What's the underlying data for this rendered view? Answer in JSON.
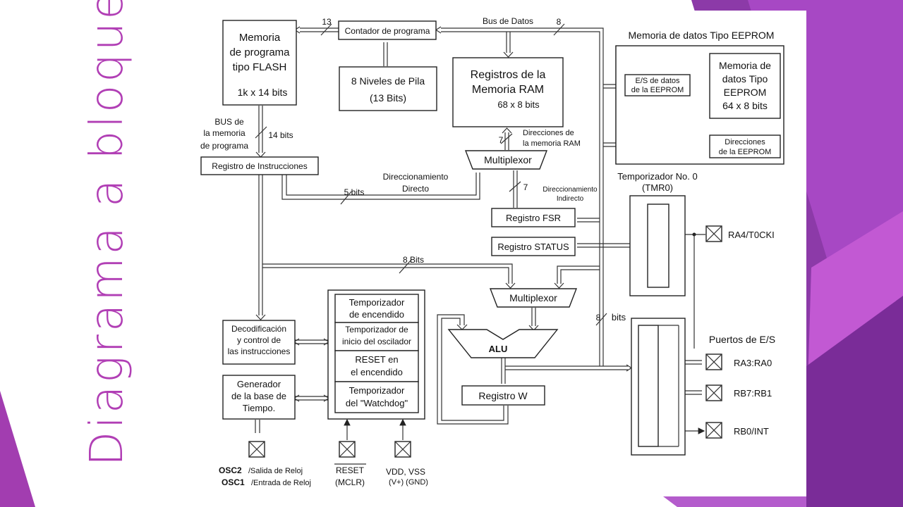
{
  "slide": {
    "title": "Diagrama a bloques",
    "colors": {
      "accent": "#b13fb5",
      "purple_dark": "#7b2fa0",
      "purple_mid": "#9b3fb8",
      "purple_light": "#c77dd8"
    }
  },
  "blocks": {
    "flash": [
      "Memoria",
      "de programa",
      "tipo FLASH",
      "1k x 14 bits"
    ],
    "counter": "Contador de programa",
    "stack": [
      "8 Niveles de Pila",
      "(13 Bits)"
    ],
    "ram": [
      "Registros de la",
      "Memoria RAM",
      "68 x 8 bits"
    ],
    "eeprom_group": "Memoria de datos Tipo EEPROM",
    "eeprom_es": [
      "E/S de datos",
      "de la EEPROM"
    ],
    "eeprom_mem": [
      "Memoria de",
      "datos Tipo",
      "EEPROM",
      "64 x 8 bits"
    ],
    "eeprom_dir": [
      "Direcciones",
      "de la EEPROM"
    ],
    "instr_reg": "Registro de Instrucciones",
    "mux_top": "Multiplexor",
    "fsr": "Registro FSR",
    "status": "Registro STATUS",
    "tmr0": [
      "Temporizador No. 0",
      "(TMR0)"
    ],
    "mux_bottom": "Multiplexor",
    "alu": "ALU",
    "w_reg": "Registro W",
    "decode": [
      "Decodificación",
      "y control de",
      "las instrucciones"
    ],
    "clock_gen": [
      "Generador",
      "de la base de",
      "Tiempo."
    ],
    "timers": {
      "power_up": [
        "Temporizador",
        "de encendido"
      ],
      "osc_start": [
        "Temporizador de",
        "inicio del oscilador"
      ],
      "reset": [
        "RESET en",
        "el encendido"
      ],
      "watchdog": [
        "Temporizador",
        "del \"Watchdog\""
      ]
    },
    "ports_title": "Puertos de E/S"
  },
  "labels": {
    "bus_datos": "Bus de Datos",
    "bits_13": "13",
    "bits_8_top": "8",
    "bus_prog": [
      "BUS de",
      "la memoria",
      "de programa"
    ],
    "bits_14": "14 bits",
    "dir_ram": [
      "Direcciones de",
      "la memoria RAM"
    ],
    "bits_7a": "7",
    "bits_7b": "7",
    "dir_directo": [
      "Direccionamiento",
      "Directo"
    ],
    "bits_5": "5 bits",
    "dir_indirecto": [
      "Direccionamiento",
      "Indirecto"
    ],
    "bits_8_mid": "8 Bits",
    "bits_8_right": "8",
    "bits_8_right_suffix": "bits"
  },
  "pins": {
    "ra4": "RA4/T0CKI",
    "ra": "RA3:RA0",
    "rb": "RB7:RB1",
    "rb0": "RB0/INT",
    "osc2": "OSC2",
    "osc2_desc": "/Salida de Reloj",
    "osc1": "OSC1",
    "osc1_desc": "/Entrada de Reloj",
    "reset": "RESET",
    "mclr": "(MCLR)",
    "vdd": "VDD, VSS",
    "vdd_desc": "(V+)  (GND)"
  }
}
